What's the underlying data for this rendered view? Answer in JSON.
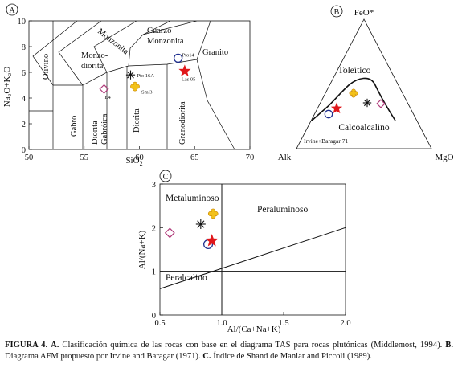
{
  "chart_data": [
    {
      "type": "scatter",
      "panel_label": "A",
      "xlabel": "SiO",
      "xlabel_sub": "2",
      "ylabel": "Na₂O+K₂O",
      "xlim": [
        50,
        70
      ],
      "ylim": [
        0,
        10
      ],
      "x_ticks": [
        "50",
        "55",
        "60",
        "65",
        "70"
      ],
      "y_ticks": [
        "0",
        "2",
        "4",
        "6",
        "8",
        "10"
      ],
      "field_labels": [
        {
          "text": "Olivino"
        },
        {
          "text": "Monzo-"
        },
        {
          "text": "diorita"
        },
        {
          "text": "Monzonita"
        },
        {
          "text": "Cuarzo-"
        },
        {
          "text": "Monzonita"
        },
        {
          "text": "Granito"
        },
        {
          "text": "Gabro"
        },
        {
          "text": "Diorita"
        },
        {
          "text": "Gabróica"
        },
        {
          "text": "Diorita"
        },
        {
          "text": "Granodiorita"
        }
      ],
      "points": [
        {
          "label": "Pto14",
          "marker": "circle",
          "color": "#1f2f8f",
          "x": 63.5,
          "y": 7.1
        },
        {
          "label": "Las 05",
          "marker": "star",
          "color": "#e0171b",
          "x": 64.1,
          "y": 6.1
        },
        {
          "label": "Pto 16A",
          "marker": "asterisk",
          "color": "#111111",
          "x": 59.2,
          "y": 5.8
        },
        {
          "label": "Sm 3",
          "marker": "cross",
          "color": "#f2c11a",
          "x": 59.6,
          "y": 4.9
        },
        {
          "label": "E4",
          "marker": "diamond",
          "color": "#b03a7a",
          "x": 56.8,
          "y": 4.7
        }
      ]
    },
    {
      "type": "ternary",
      "panel_label": "B",
      "apex_top": "FeO*",
      "apex_left": "Alk",
      "apex_right": "MgO",
      "field_labels": [
        "Toleítico",
        "Calcoalcalino"
      ],
      "boundary_label": "Irvine+Baragar 71",
      "points": [
        {
          "marker": "circle",
          "color": "#1f2f8f"
        },
        {
          "marker": "star",
          "color": "#e0171b"
        },
        {
          "marker": "cross",
          "color": "#f2c11a"
        },
        {
          "marker": "asterisk",
          "color": "#111111"
        },
        {
          "marker": "diamond",
          "color": "#b03a7a"
        }
      ]
    },
    {
      "type": "scatter",
      "panel_label": "C",
      "xlabel": "Al/(Ca+Na+K)",
      "ylabel": "Al/(Na+K)",
      "xlim": [
        0.5,
        2.0
      ],
      "ylim": [
        0,
        3
      ],
      "x_ticks": [
        "0.5",
        "1.0",
        "1.5",
        "2.0"
      ],
      "y_ticks": [
        "0",
        "1",
        "2",
        "3"
      ],
      "field_labels": [
        "Metaluminoso",
        "Peraluminoso",
        "Peralcalino"
      ],
      "points": [
        {
          "marker": "diamond",
          "color": "#b03a7a",
          "x": 0.58,
          "y": 1.88
        },
        {
          "marker": "asterisk",
          "color": "#111111",
          "x": 0.83,
          "y": 2.08
        },
        {
          "marker": "cross",
          "color": "#f2c11a",
          "x": 0.93,
          "y": 2.32
        },
        {
          "marker": "circle",
          "color": "#1f2f8f",
          "x": 0.89,
          "y": 1.62
        },
        {
          "marker": "star",
          "color": "#e0171b",
          "x": 0.92,
          "y": 1.7
        }
      ]
    }
  ],
  "caption": {
    "fig_label": "FIGURA 4.",
    "part_a_label": "A.",
    "part_a_text": " Clasificación química de las rocas con base en el diagrama TAS para rocas plutónicas (Middlemost, 1994). ",
    "part_b_label": "B.",
    "part_b_text": " Diagrama AFM propuesto por Irvine and Baragar  (1971). ",
    "part_c_label": "C.",
    "part_c_text": " Índice de Shand de Maniar and Piccoli (1989)."
  }
}
